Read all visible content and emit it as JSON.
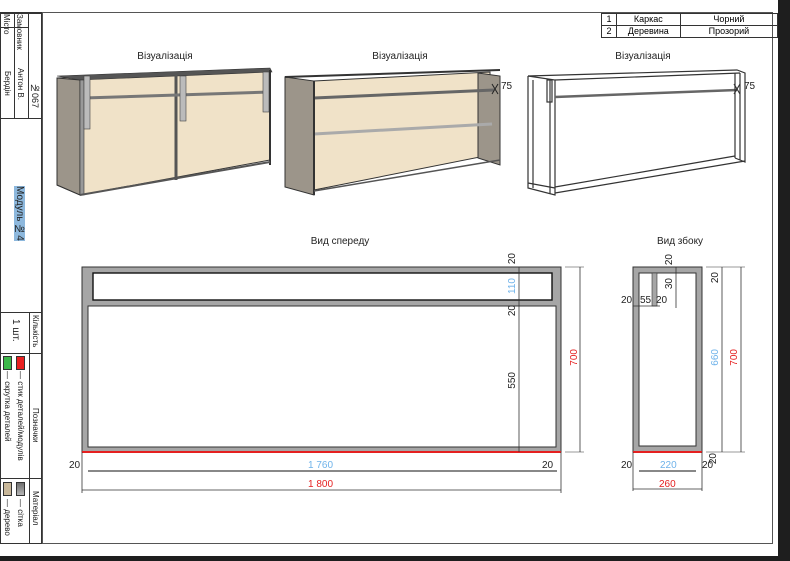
{
  "title_block": {
    "city_label": "Місто",
    "city_value": "Бердін",
    "customer_label": "Замовник",
    "customer_value": "Антон В.",
    "order_number": "№067",
    "module_name": "Модуль №4",
    "quantity_label": "Кількість",
    "quantity_value": "1 шт.",
    "legend_label": "Позначки",
    "legend_items": [
      {
        "color": "#e82020",
        "text": "— стик деталей/модулів"
      },
      {
        "color": "#3cb84a",
        "text": "— скрутка деталей"
      }
    ],
    "material_label": "Матеріал",
    "materials": [
      {
        "color": "#8a8a8a",
        "text": "— сітка"
      },
      {
        "color": "#c9b89a",
        "text": "— дерево"
      }
    ]
  },
  "spec_table": {
    "rows": [
      {
        "num": "1",
        "part": "Каркас",
        "color": "Чорний"
      },
      {
        "num": "2",
        "part": "Деревина",
        "color": "Прозорий"
      }
    ]
  },
  "views": {
    "vis1_title": "Візуалізація",
    "vis2_title": "Візуалізація",
    "vis3_title": "Візуалізація",
    "vis2_dim": "75",
    "vis3_dim": "75",
    "front_title": "Вид спереду",
    "side_title": "Вид збоку"
  },
  "front_dims": {
    "top_rail": "20",
    "upper_gap": "110",
    "mid_rail": "20",
    "lower_gap": "550",
    "total_height": "700",
    "left_post": "20",
    "inner_width": "1 760",
    "right_post": "20",
    "total_width": "1 800"
  },
  "side_dims": {
    "top_rail": "20",
    "right_top": "20",
    "divider_height": "30",
    "left_post": "20",
    "divider_offset": "55",
    "divider_width": "20",
    "inner_height": "660",
    "total_height": "700",
    "bottom_rail": "20",
    "bottom_left": "20",
    "inner_depth": "220",
    "bottom_right": "20",
    "total_depth": "260"
  },
  "colors": {
    "frame_gray": "#a6a6a6",
    "wood": "#f0e2c8",
    "side_panel": "#9c958a",
    "dim_blue": "#6fb3ea",
    "dim_red": "#e52020"
  }
}
